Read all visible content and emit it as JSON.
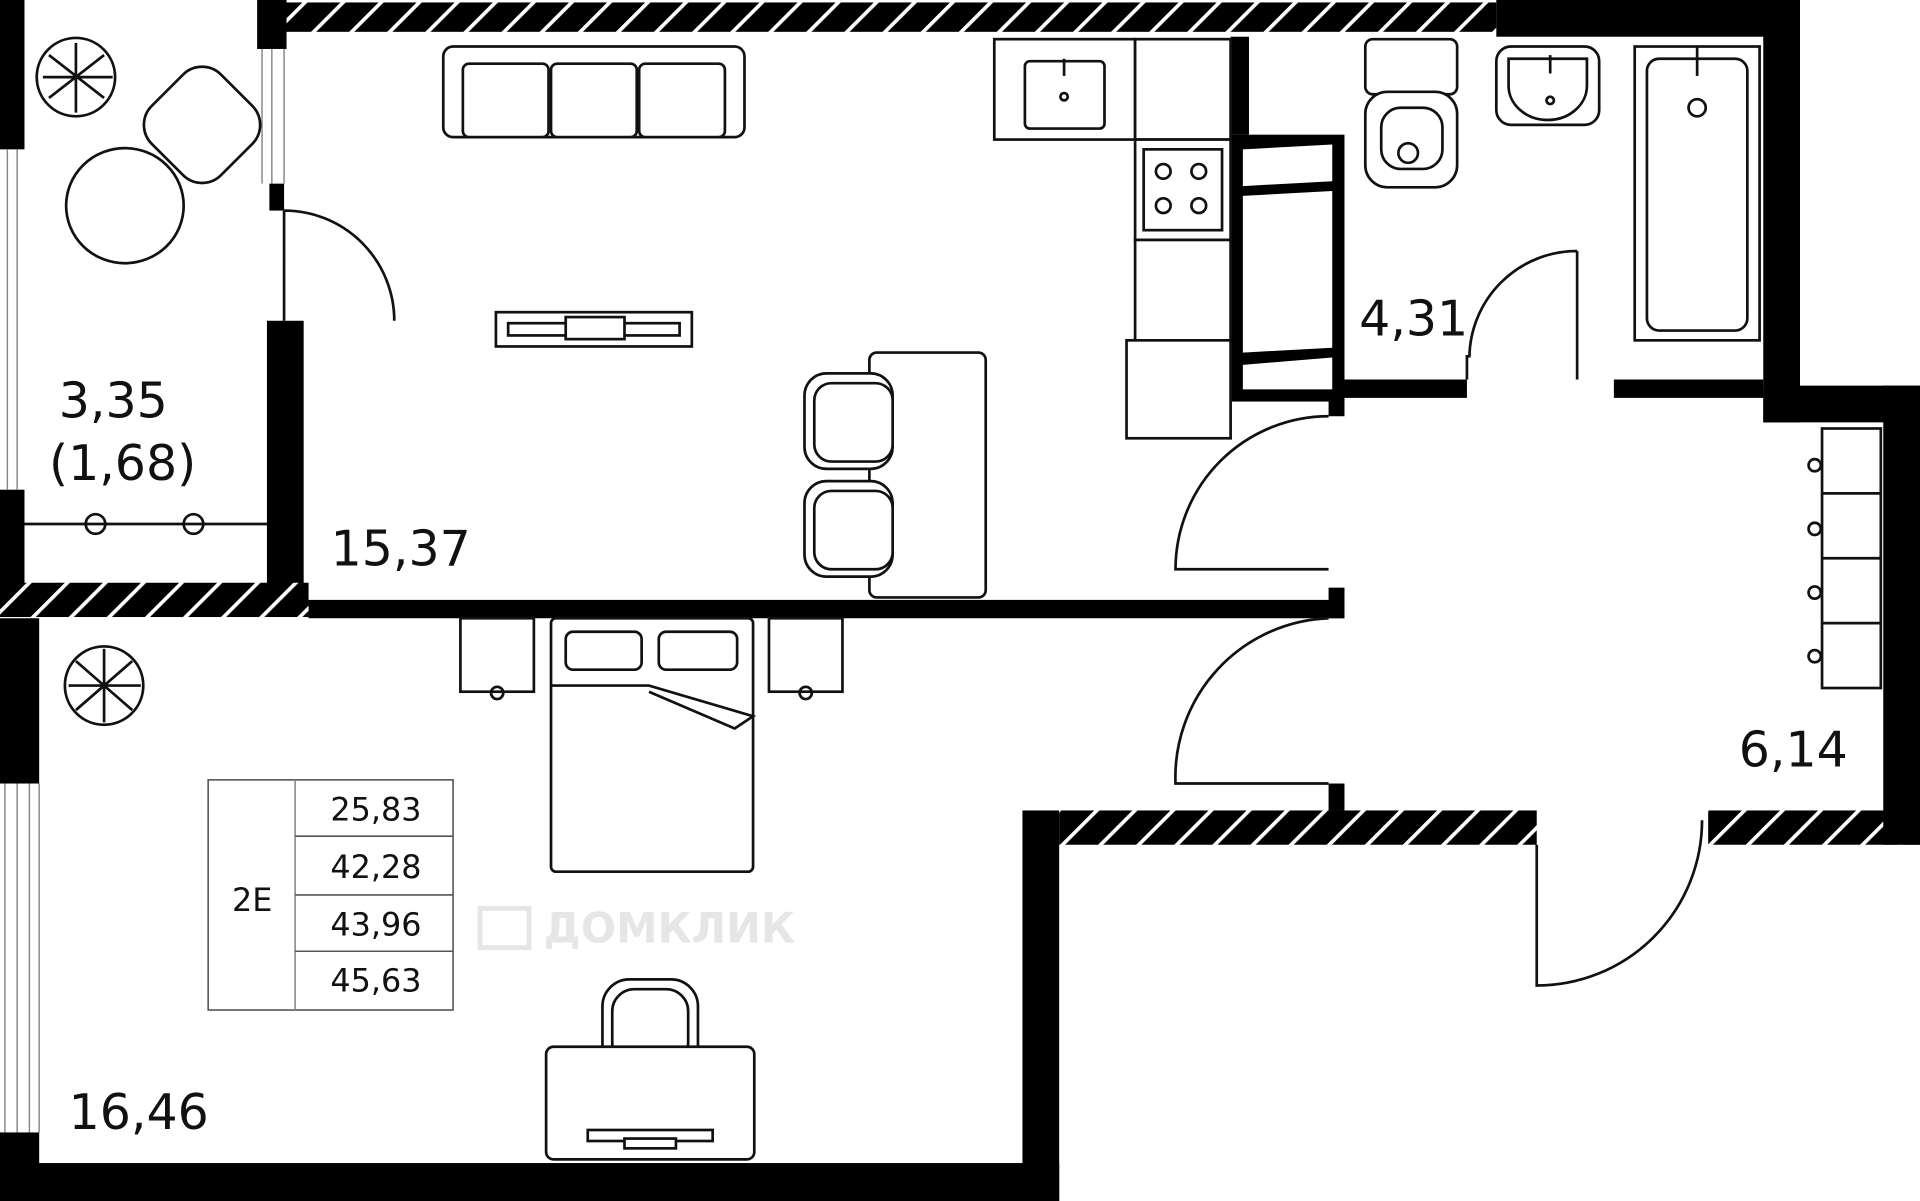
{
  "plan": {
    "rooms": [
      {
        "id": "loggia",
        "area": "3,35",
        "reduced_area": "(1,68)"
      },
      {
        "id": "kitchen-living",
        "area": "15,37"
      },
      {
        "id": "bathroom",
        "area": "4,31"
      },
      {
        "id": "hall",
        "area": "6,14"
      },
      {
        "id": "bedroom",
        "area": "16,46"
      }
    ],
    "summary_table": {
      "type": "2E",
      "values": [
        "25,83",
        "42,28",
        "43,96",
        "45,63"
      ]
    },
    "watermark": "ДОМКЛИК",
    "colors": {
      "wall": "#000000",
      "line": "#111111",
      "background": "#ffffff"
    }
  }
}
